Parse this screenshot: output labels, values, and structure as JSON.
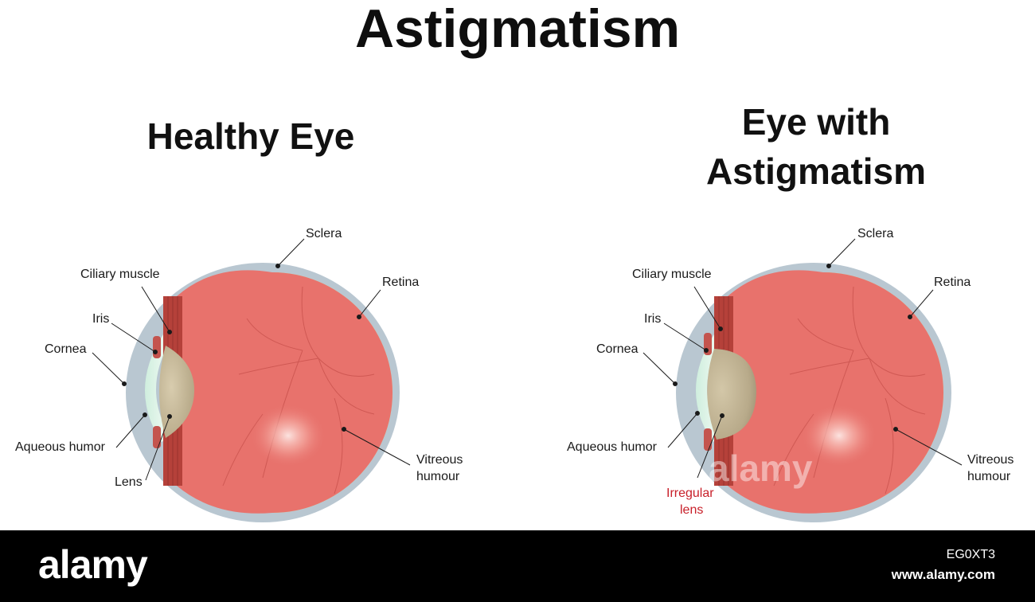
{
  "title": "Astigmatism",
  "panels": {
    "healthy": {
      "title": "Healthy Eye",
      "labels": {
        "sclera": "Sclera",
        "ciliary_muscle": "Ciliary muscle",
        "retina": "Retina",
        "iris": "Iris",
        "cornea": "Cornea",
        "aqueous_humor": "Aqueous humor",
        "vitreous_line1": "Vitreous",
        "vitreous_line2": "humour",
        "lens": "Lens"
      }
    },
    "astigmatism": {
      "title_line1": "Eye with",
      "title_line2": "Astigmatism",
      "labels": {
        "sclera": "Sclera",
        "ciliary_muscle": "Ciliary muscle",
        "retina": "Retina",
        "iris": "Iris",
        "cornea": "Cornea",
        "aqueous_humor": "Aqueous humor",
        "vitreous_line1": "Vitreous",
        "vitreous_line2": "humour",
        "lens_line1": "Irregular",
        "lens_line2": "lens"
      }
    }
  },
  "watermark": "alamy",
  "footer": {
    "logo": "alamy",
    "image_id": "EG0XT3",
    "url": "www.alamy.com"
  },
  "colors": {
    "vitreous": "#e8726c",
    "sclera": "#b9c7d1",
    "retina": "#f2e06a",
    "lens": "#c7b99a",
    "ciliary": "#b5413a",
    "cornea": "#d9f0dd",
    "irregular_label": "#c8202a"
  }
}
